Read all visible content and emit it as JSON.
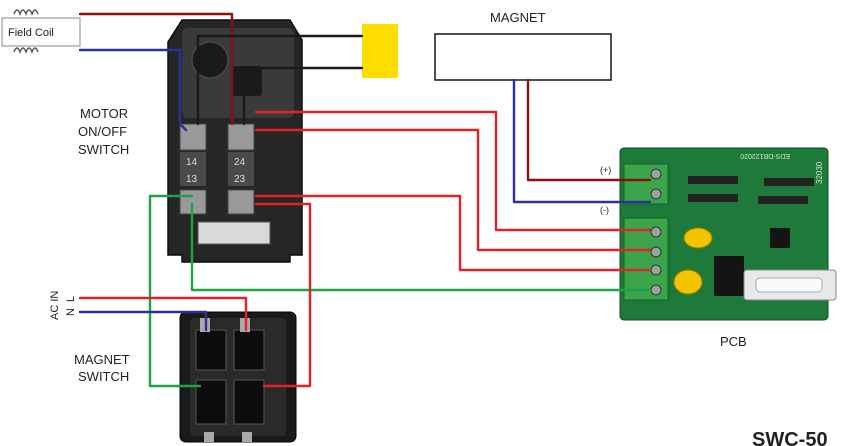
{
  "labels": {
    "field_coil": "Field Coil",
    "magnet": "MAGNET",
    "motor_switch": [
      "MOTOR",
      "ON/OFF",
      "SWITCH"
    ],
    "magnet_switch": [
      "MAGNET",
      "SWITCH"
    ],
    "ac_in": "AC IN",
    "ac_n": "N",
    "ac_l": "L",
    "pcb": "PCB",
    "plus": "(+)",
    "minus": "(-)",
    "term_14": "14",
    "term_24": "24",
    "term_13": "13",
    "term_23": "23",
    "pcb_silk_top": "EDS-DB122020",
    "pcb_silk_num": "32030",
    "corner_code": "SWC-50"
  },
  "colors": {
    "wire_red": "#e4202a",
    "wire_darkred": "#8a1010",
    "wire_blue": "#2f2f9a",
    "wire_green": "#1fa04a",
    "capacitor_yellow": "#ffdd00",
    "pcb_green": "#1d7a3a",
    "switch_black": "#1a1a1a"
  }
}
